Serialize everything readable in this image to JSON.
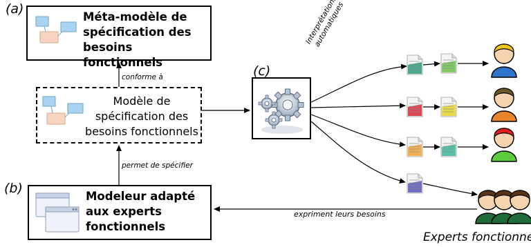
{
  "labels": {
    "a": "(a)",
    "b": "(b)",
    "c": "(c)"
  },
  "metamodel": {
    "title_lines": [
      "Méta-modèle de",
      "spécification des",
      "besoins fonctionnels"
    ]
  },
  "model": {
    "title_lines": [
      "Modèle de",
      "spécification des",
      "besoins fonctionnels"
    ]
  },
  "modeler": {
    "title_lines": [
      "Modeleur adapté",
      "aux experts",
      "fonctionnels"
    ]
  },
  "arrows": {
    "conforme": "conforme à",
    "permet": "permet de spécifier",
    "interp_lines": [
      "Interprétations",
      "automatiques"
    ],
    "expriment": "expriment leurs besoins"
  },
  "experts_caption": "Experts fonctionnels",
  "doc_colors": {
    "row1": [
      "#2e9a7a",
      "#6cc24a"
    ],
    "row2": [
      "#d8283a",
      "#e6d52a"
    ],
    "row3": [
      "#f0a23a",
      "#39b79a"
    ],
    "row4": [
      "#5a57b8"
    ]
  },
  "user_colors": {
    "user1": {
      "hair": "#f2c519",
      "shirt": "#2c73c9"
    },
    "user2": {
      "hair": "#6b5a28",
      "shirt": "#e8852a"
    },
    "user3": {
      "hair": "#e21d1d",
      "shirt": "#5ccb3c"
    },
    "group": {
      "hair": "#5a3313",
      "shirt": "#1f6b3a"
    }
  }
}
